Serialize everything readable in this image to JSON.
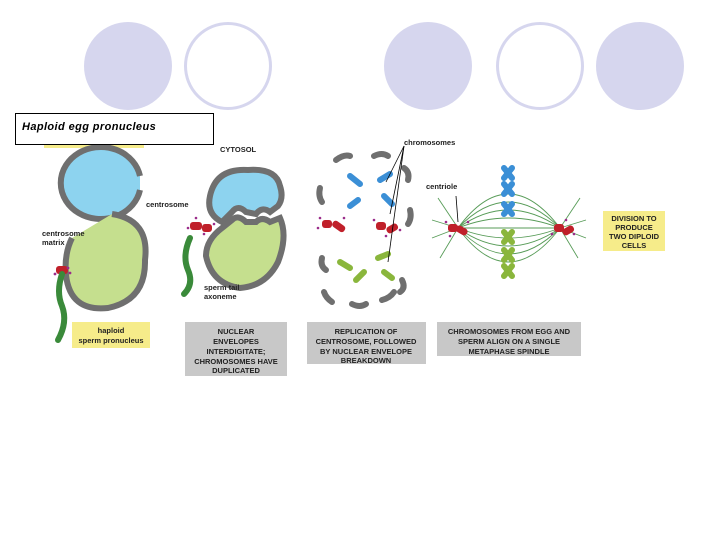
{
  "title_box": {
    "text": "Haploid egg pronucleus"
  },
  "labels": {
    "cytosol": "CYTOSOL",
    "chromosomes": "chromosomes",
    "centriole": "centriole",
    "centrosome": "centrosome",
    "centrosome_matrix_1": "centrosome",
    "centrosome_matrix_2": "matrix",
    "sperm_tail_1": "sperm tail",
    "sperm_tail_2": "axoneme"
  },
  "captions": {
    "sperm": [
      "haploid",
      "sperm pronucleus"
    ],
    "step1": [
      "NUCLEAR",
      "ENVELOPES",
      "INTERDIGITATE;",
      "CHROMOSOMES HAVE",
      "DUPLICATED"
    ],
    "step2": [
      "REPLICATION OF",
      "CENTROSOME, FOLLOWED",
      "BY NUCLEAR ENVELOPE",
      "BREAKDOWN"
    ],
    "step3": [
      "CHROMOSOMES FROM EGG AND",
      "SPERM ALIGN ON A SINGLE",
      "METAPHASE SPINDLE"
    ],
    "result": [
      "DIVISION TO",
      "PRODUCE",
      "TWO DIPLOID",
      "CELLS"
    ]
  },
  "colors": {
    "egg_nucleus": "#8dd3ef",
    "sperm_nucleus": "#c5df8e",
    "envelope": "#6f6f6f",
    "centrosome": "#c0202a",
    "sperm_tail": "#3a8a3a",
    "chrom_egg": "#3b8fd6",
    "chrom_sperm": "#8ab63c",
    "caption_yellow": "#f6ec8a",
    "caption_gray": "#c8c8c8",
    "decor": "#d6d6ee"
  }
}
